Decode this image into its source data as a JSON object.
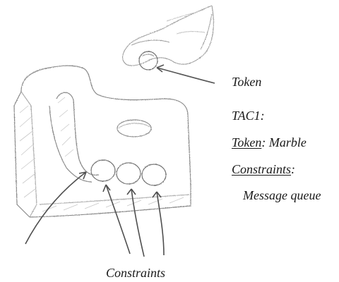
{
  "labels": {
    "token": "Token",
    "tac_title": "TAC1:",
    "token_key": "Token",
    "token_value": ": Marble",
    "constraints_key": "Constraints",
    "constraints_colon": ":",
    "constraints_value": "Message queue",
    "bottom_caption": "Constraints"
  }
}
